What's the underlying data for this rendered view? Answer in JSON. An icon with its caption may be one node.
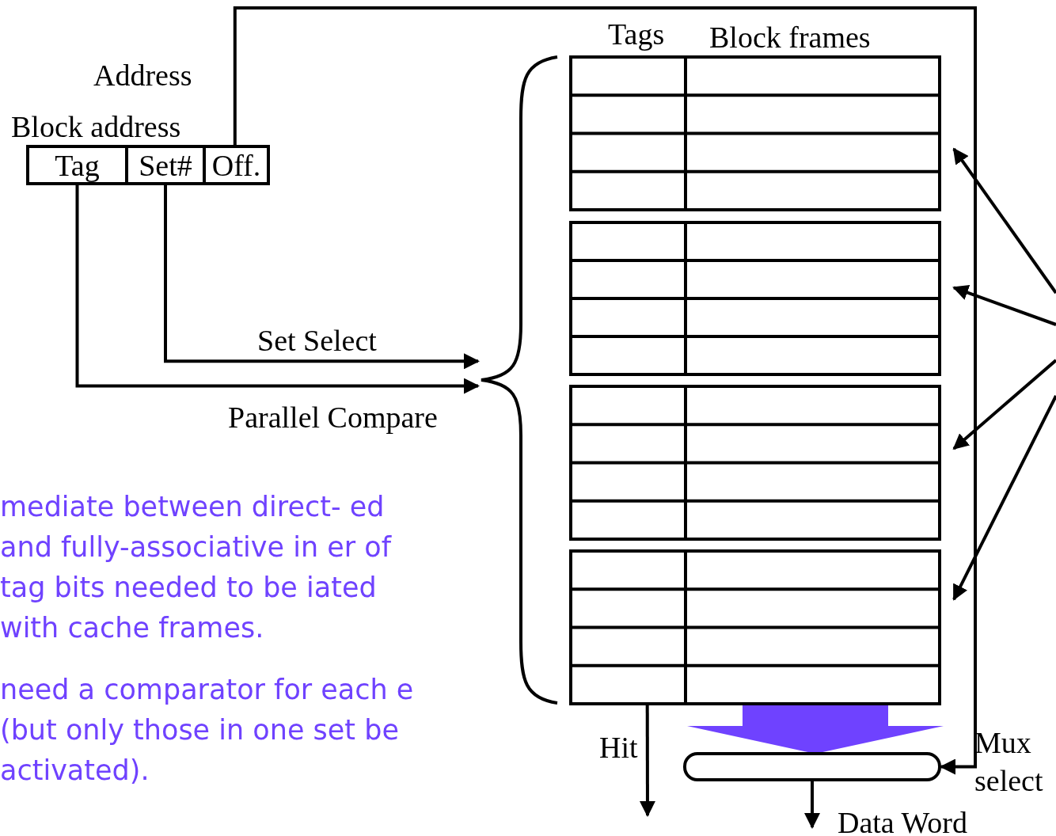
{
  "diagram": {
    "nodes": [
      {
        "text": [
          "Tag"
        ]
      },
      {
        "text": [
          "Set#"
        ]
      },
      {
        "text": [
          "Off."
        ]
      },
      {
        "text": [],
        "shape": "box"
      },
      {
        "text": [],
        "shape": "box"
      },
      {
        "text": [],
        "shape": "box"
      },
      {
        "text": [],
        "shape": "box"
      },
      {
        "text": [],
        "shape": "bar"
      },
      {
        "text": [],
        "shape": "brace"
      }
    ],
    "edges": [
      {
        "from": 0,
        "to": 8,
        "arrow": "to",
        "label": "Parallel Compare"
      },
      {
        "from": 1,
        "to": 8,
        "arrow": "to",
        "label": "Set Select"
      },
      {
        "from": 2,
        "to": 7,
        "arrow": "to",
        "label": "Mux select"
      },
      {
        "from": 6,
        "to": 7,
        "arrow": "to",
        "style": "thick",
        "color": "#6f42ff"
      },
      {
        "from": 6,
        "to": null,
        "arrow": "to",
        "label": "Hit"
      },
      {
        "from": 7,
        "to": null,
        "arrow": "to",
        "label": "Data Word"
      },
      {
        "from": null,
        "to": 3,
        "arrow": "to"
      },
      {
        "from": null,
        "to": 4,
        "arrow": "to"
      },
      {
        "from": null,
        "to": 5,
        "arrow": "to"
      },
      {
        "from": null,
        "to": 6,
        "arrow": "to"
      }
    ],
    "labels": [
      "Address",
      "Block address",
      "Tags",
      "Block frames",
      "mediate between direct- ed and fully-associative in er of tag bits needed to be iated with cache frames.",
      "need a comparator for each e (but only those in one set be activated)."
    ]
  }
}
